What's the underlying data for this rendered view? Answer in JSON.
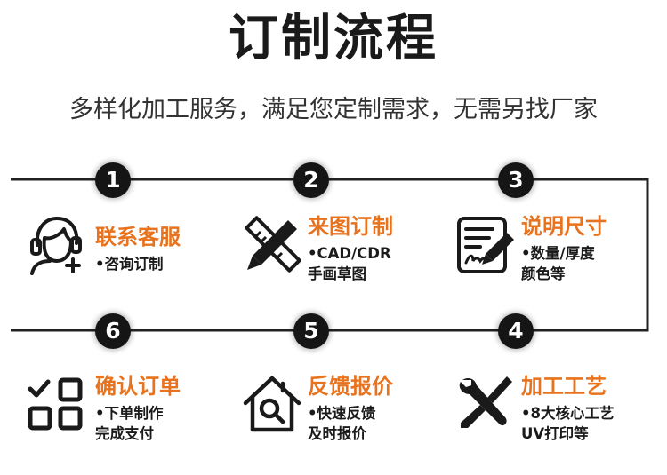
{
  "header": {
    "title": "订制流程",
    "subtitle": "多样化加工服务，满足您定制需求，无需另找厂家"
  },
  "steps": [
    {
      "num": "1",
      "title": "联系客服",
      "desc": [
        "•咨询订制"
      ],
      "icon": "customer-service-headset-icon"
    },
    {
      "num": "2",
      "title": "来图订制",
      "desc": [
        "•CAD/CDR",
        "手画草图"
      ],
      "icon": "ruler-pencil-icon"
    },
    {
      "num": "3",
      "title": "说明尺寸",
      "desc": [
        "•数量/厚度",
        "颜色等"
      ],
      "icon": "document-signature-icon"
    },
    {
      "num": "4",
      "title": "加工工艺",
      "desc": [
        "•8大核心工艺",
        "UV打印等"
      ],
      "icon": "wrench-screwdriver-icon"
    },
    {
      "num": "5",
      "title": "反馈报价",
      "desc": [
        "•快速反馈",
        "及时报价"
      ],
      "icon": "house-search-icon"
    },
    {
      "num": "6",
      "title": "确认订单",
      "desc": [
        "•下单制作",
        "完成支付"
      ],
      "icon": "checklist-grid-icon"
    }
  ],
  "colors": {
    "accent": "#e8731e",
    "text": "#1a1a1a",
    "line": "#222222"
  }
}
